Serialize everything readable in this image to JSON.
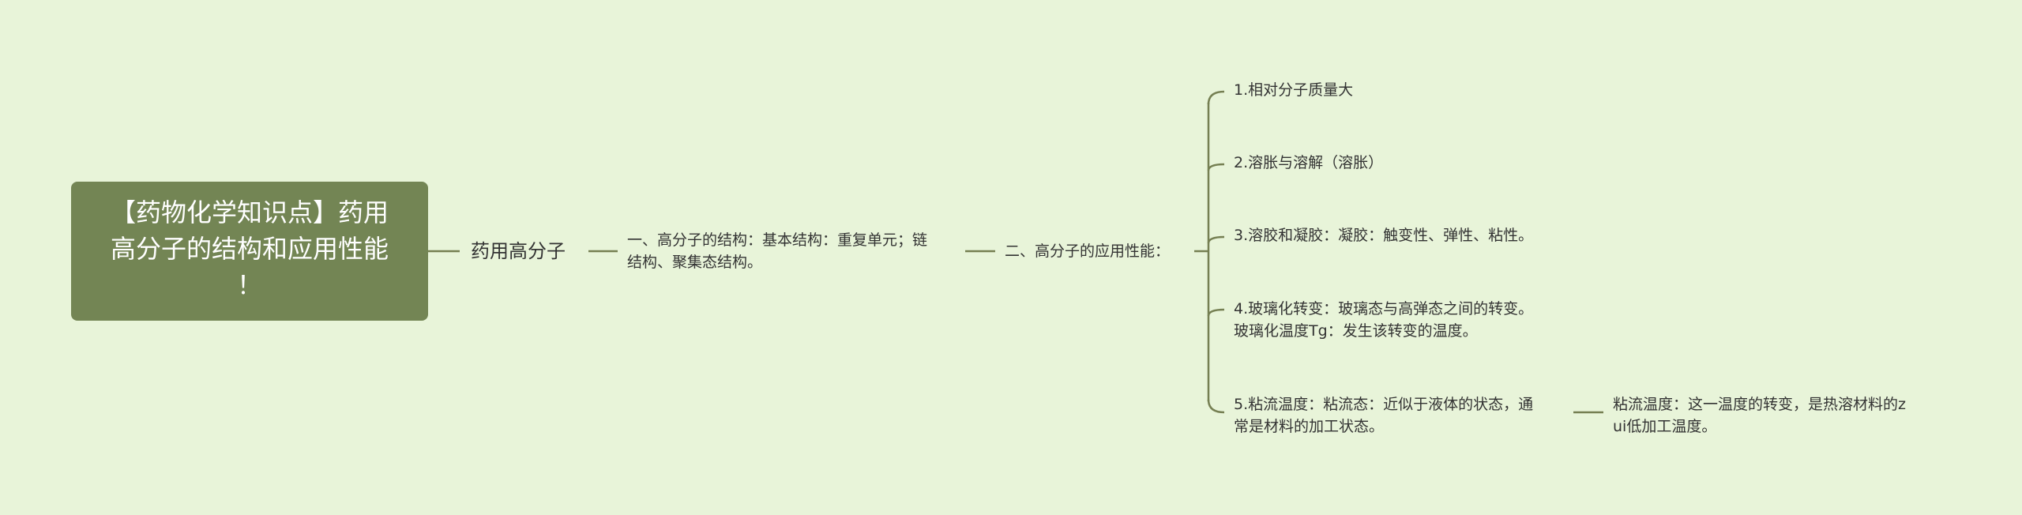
{
  "root": {
    "line1": "【药物化学知识点】药用",
    "line2": "高分子的结构和应用性能",
    "line3": "！"
  },
  "level1": {
    "label": "药用高分子"
  },
  "level2": {
    "line1": "一、高分子的结构：基本结构：重复单元；链",
    "line2": "结构、聚集态结构。"
  },
  "level3": {
    "label": "二、高分子的应用性能："
  },
  "items": [
    {
      "line1": "1.相对分子质量大"
    },
    {
      "line1": "2.溶胀与溶解（溶胀）"
    },
    {
      "line1": "3.溶胶和凝胶：凝胶：触变性、弹性、粘性。"
    },
    {
      "line1": "4.玻璃化转变：玻璃态与高弹态之间的转变。",
      "line2": "玻璃化温度Tg：发生该转变的温度。"
    },
    {
      "line1": "5.粘流温度：粘流态：近似于液体的状态，通",
      "line2": "常是材料的加工状态。"
    }
  ],
  "item5_child": {
    "line1": "粘流温度：这一温度的转变，是热溶材料的z",
    "line2": "ui低加工温度。"
  },
  "colors": {
    "background": "#e8f4d9",
    "root_fill": "#738554",
    "connector": "#757f52",
    "text": "#333333"
  }
}
